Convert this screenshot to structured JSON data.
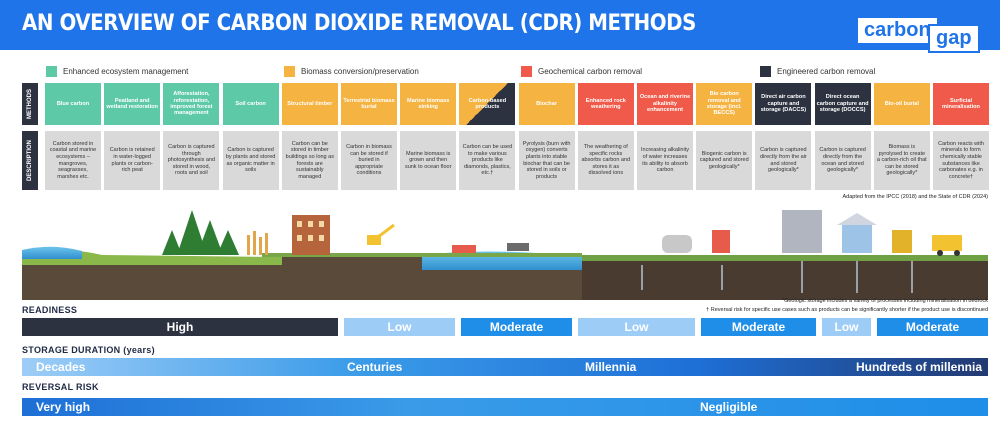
{
  "header": {
    "title": "AN OVERVIEW OF CARBON DIOXIDE REMOVAL (CDR) METHODS",
    "logo_word1": "carbon",
    "logo_word2": "gap",
    "color": "#1e74e8"
  },
  "legend": [
    {
      "label": "Enhanced ecosystem management",
      "color": "#5ec9a6"
    },
    {
      "label": "Biomass conversion/preservation",
      "color": "#f5b342"
    },
    {
      "label": "Geochemical carbon removal",
      "color": "#f05a4a"
    },
    {
      "label": "Engineered carbon removal",
      "color": "#2d3240"
    }
  ],
  "row_labels": {
    "methods": "METHODS",
    "description": "DESCRIPTION"
  },
  "methods": [
    {
      "name": "Blue carbon",
      "category": 0,
      "description": "Carbon stored in coastal and marine ecosystems – mangroves, seagrasses, marshes etc."
    },
    {
      "name": "Peatland and wetland restoration",
      "category": 0,
      "description": "Carbon is retained in water-logged plants or carbon-rich peat"
    },
    {
      "name": "Afforestation, reforestation, improved forest management",
      "category": 0,
      "description": "Carbon is captured through photosynthesis and stored in wood, roots and soil"
    },
    {
      "name": "Soil carbon",
      "category": 0,
      "description": "Carbon is captured by plants and stored as organic matter in soils"
    },
    {
      "name": "Structural timber",
      "category": 1,
      "description": "Carbon can be stored in timber buildings so long as forests are sustainably managed"
    },
    {
      "name": "Terrestrial biomass burial",
      "category": 1,
      "description": "Carbon in biomass can be stored if buried in appropriate conditions"
    },
    {
      "name": "Marine biomass sinking",
      "category": 1,
      "description": "Marine biomass is grown and then sunk to ocean floor"
    },
    {
      "name": "Carbon-based products",
      "category": "split",
      "description": "Carbon can be used to make various products like diamonds, plastics, etc.†"
    },
    {
      "name": "Biochar",
      "category": 1,
      "description": "Pyrolysis (burn with oxygen) converts plants into stable biochar that can be stored in soils or products"
    },
    {
      "name": "Enhanced rock weathering",
      "category": 2,
      "description": "The weathering of specific rocks absorbs carbon and stores it as dissolved ions"
    },
    {
      "name": "Ocean and riverine alkalinity enhancement",
      "category": 2,
      "description": "Increasing alkalinity of water increases its ability to absorb carbon"
    },
    {
      "name": "Bio carbon removal and storage (incl. BECCS)",
      "category": 1,
      "description": "Biogenic carbon is captured and stored geologically*"
    },
    {
      "name": "Direct air carbon capture and storage (DACCS)",
      "category": 3,
      "description": "Carbon is captured directly from the air and stored geologically*"
    },
    {
      "name": "Direct ocean carbon capture and storage (DOCCS)",
      "category": 3,
      "description": "Carbon is captured directly from the ocean and stored geologically*"
    },
    {
      "name": "Bio-oil burial",
      "category": 1,
      "description": "Biomass is pyrolysed to create a carbon-rich oil that can be stored geologically*"
    },
    {
      "name": "Surficial mineralisation",
      "category": 2,
      "description": "Carbon reacts with minerals to form chemically stable substances like carbonates e.g. in concrete†"
    }
  ],
  "notes": {
    "adapted": "Adapted from the IPCC (2018) and the State of CDR (2024)",
    "geologic": "*Geologic storage includes a variety of processes including mineralisation in bedrock",
    "reversal": "† Reversal risk for specific use cases such as products can be significantly shorter if the product use is discontinued"
  },
  "readiness": {
    "heading": "READINESS",
    "segments": [
      {
        "label": "High",
        "color": "#2d3240"
      },
      {
        "label": "Low",
        "color": "#9dcdf7"
      },
      {
        "label": "Moderate",
        "color": "#1e8ee8"
      },
      {
        "label": "Low",
        "color": "#9dcdf7"
      },
      {
        "label": "Moderate",
        "color": "#1e8ee8"
      },
      {
        "label": "Low",
        "color": "#9dcdf7"
      },
      {
        "label": "Moderate",
        "color": "#1e8ee8"
      }
    ]
  },
  "storage": {
    "heading": "STORAGE DURATION (years)",
    "labels": [
      "Decades",
      "Centuries",
      "Millennia",
      "Hundreds of millennia"
    ]
  },
  "reversal": {
    "heading": "REVERSAL RISK",
    "labels": [
      "Very high",
      "Negligible"
    ]
  }
}
